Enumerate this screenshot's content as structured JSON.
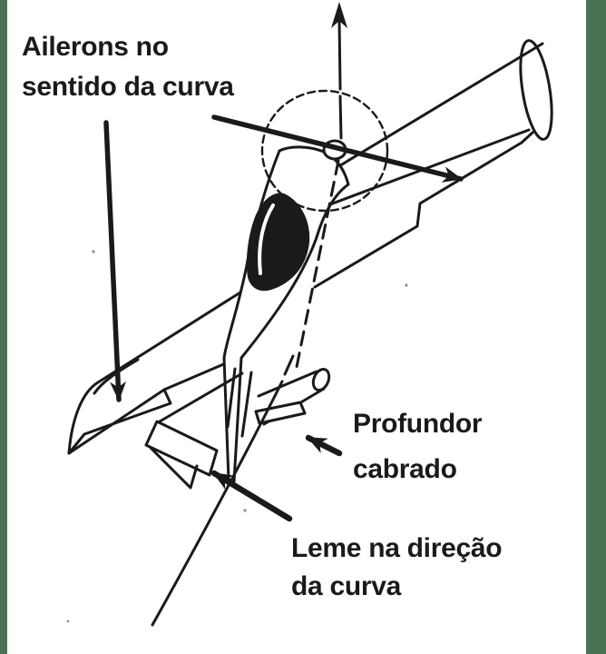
{
  "diagram": {
    "description_visible_text_only": true,
    "labels": {
      "ailerons": {
        "line1": "Ailerons no",
        "line2": "sentido da curva"
      },
      "profundor": {
        "line1": "Profundor",
        "line2": "cabrado"
      },
      "leme": {
        "line1": "Leme na direção",
        "line2": "da curva"
      }
    },
    "colors": {
      "ink": "#1a1a1a",
      "border_green": "#4b7153",
      "background": "#ffffff"
    }
  }
}
